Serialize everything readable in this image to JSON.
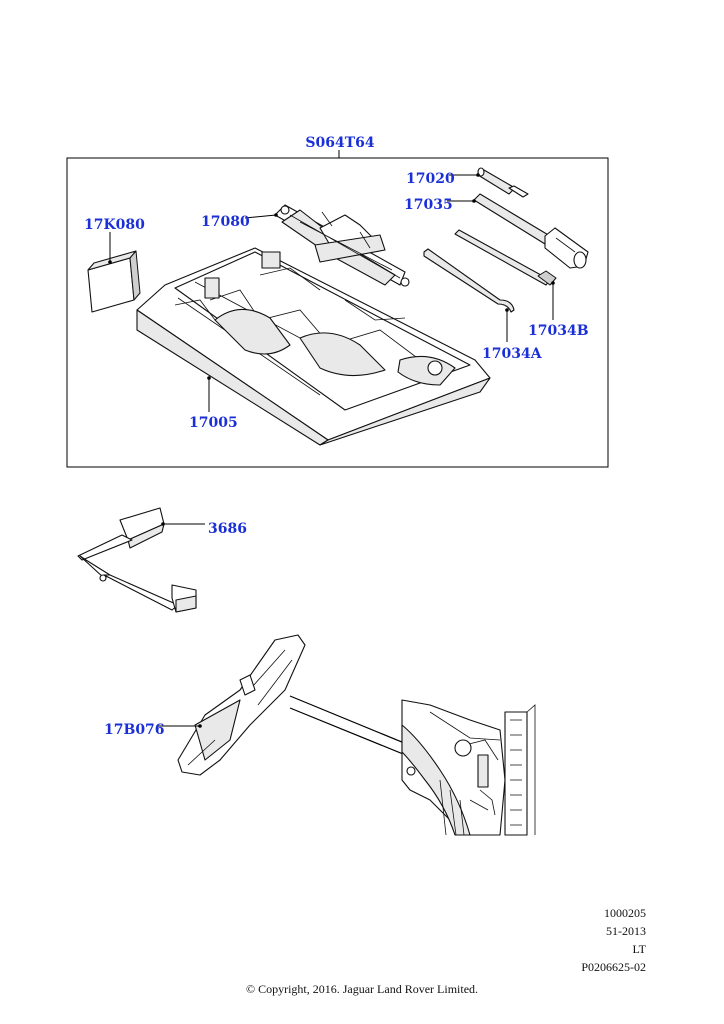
{
  "callouts": {
    "kit": "S064T64",
    "p17020": "17020",
    "p17035": "17035",
    "p17080": "17080",
    "p17K080": "17K080",
    "p17034B": "17034B",
    "p17034A": "17034A",
    "p17005": "17005",
    "p3686": "3686",
    "p17B076": "17B076"
  },
  "footer": {
    "ref": "1000205",
    "date": "51-2013",
    "market": "LT",
    "illustration": "P0206625-02",
    "copyright": "© Copyright, 2016. Jaguar Land Rover Limited."
  }
}
